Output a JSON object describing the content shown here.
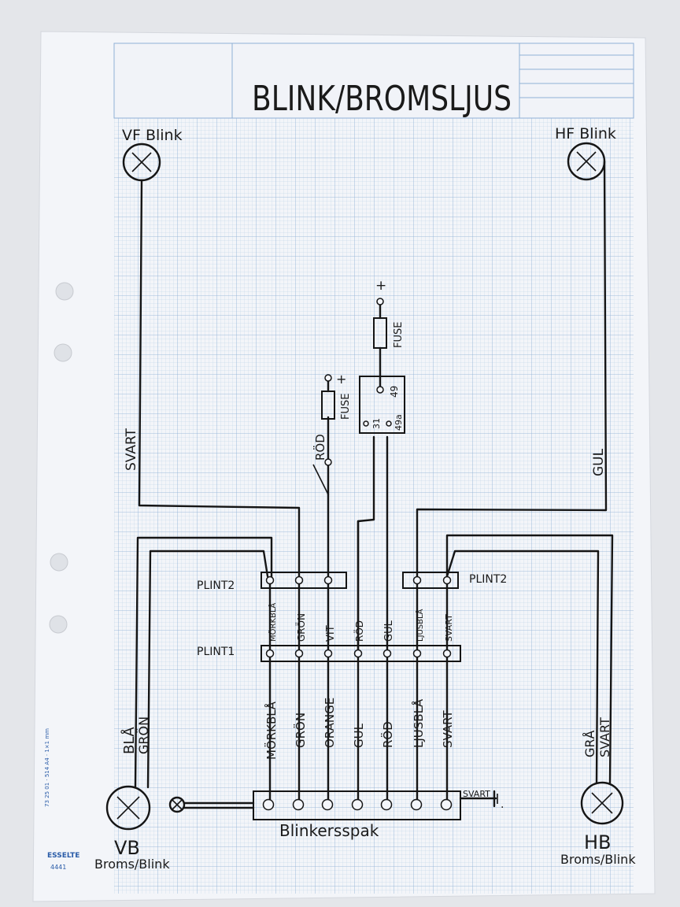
{
  "title": "BLINK/BROMSLJUS",
  "lamps": {
    "vf": "VF Blink",
    "hf": "HF Blink",
    "vb": "VB",
    "vb_sub": "Broms/Blink",
    "hb": "HB",
    "hb_sub": "Broms/Blink"
  },
  "wires": {
    "vf_wire": "SVART",
    "hf_wire": "GUL",
    "vb_wire_1": "BLÅ",
    "vb_wire_2": "GRÖN",
    "hb_wire_1": "GRÅ",
    "hb_wire_2": "SVART",
    "rod_feed": "RÖD",
    "svart_out": "SVART"
  },
  "fuses": {
    "fuse_1": "FUSE",
    "fuse_2": "FUSE",
    "plus_1": "+",
    "plus_2": "+"
  },
  "relay": {
    "pin_49": "49",
    "pin_31": "31",
    "pin_49a": "49a"
  },
  "terminal_blocks": {
    "plint2_left": "PLINT2",
    "plint2_right": "PLINT2",
    "plint1": "PLINT1",
    "plint1_labels": [
      "MÖRKBLÅ",
      "GRÖN",
      "VIT",
      "RÖD",
      "GUL",
      "LJUSBLÅ",
      "SVART"
    ],
    "switch_labels": [
      "MÖRKBLÅ",
      "GRÖN",
      "ORANGE",
      "GUL",
      "RÖD",
      "LJUSBLÅ",
      "SVART"
    ],
    "switch_name": "Blinkersspak"
  },
  "paper_print": {
    "brand": "ESSELTE",
    "number": "4441",
    "code": "73 25 01 · 514 A4 · 1×1 mm"
  }
}
